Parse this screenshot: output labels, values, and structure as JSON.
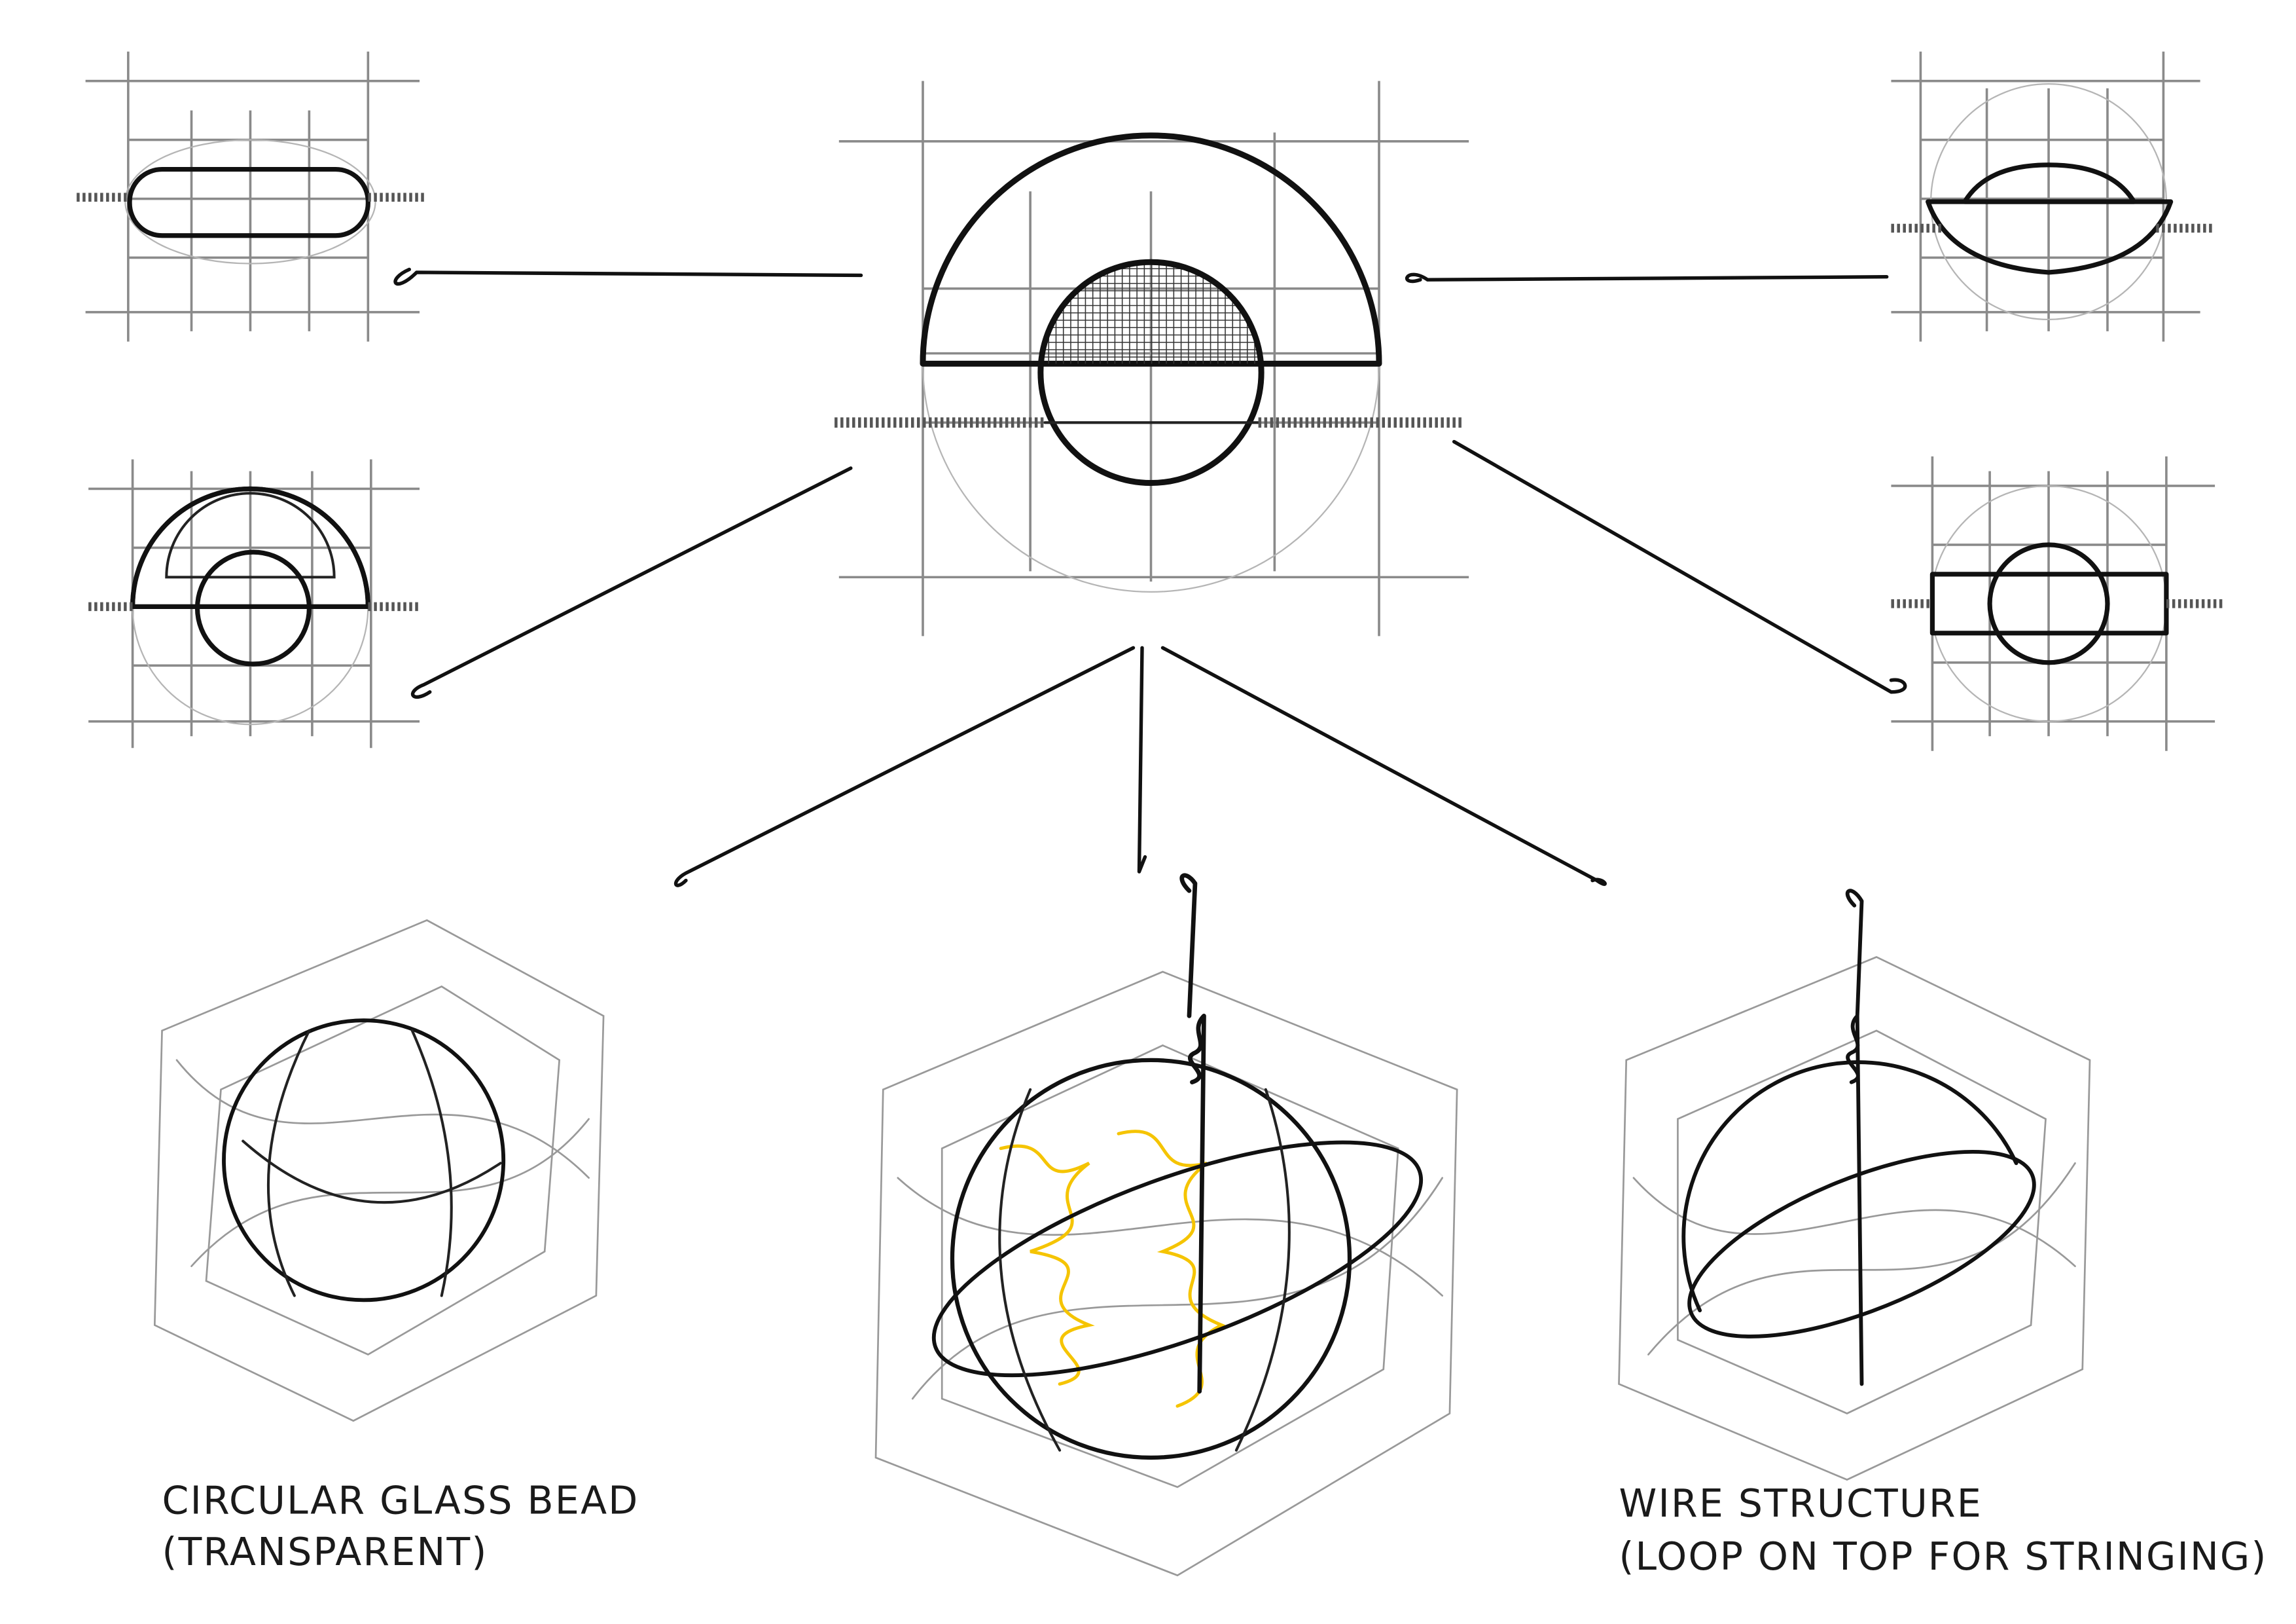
{
  "labels": {
    "bead": {
      "line1": "CIRCULAR GLASS BEAD",
      "line2": "(TRANSPARENT)"
    },
    "wire": {
      "line1": "WIRE STRUCTURE",
      "line2": "(LOOP ON TOP FOR STRINGING)"
    }
  },
  "colors": {
    "ink": "#111111",
    "pencil": "#999999",
    "highlight": "#f5c400"
  }
}
